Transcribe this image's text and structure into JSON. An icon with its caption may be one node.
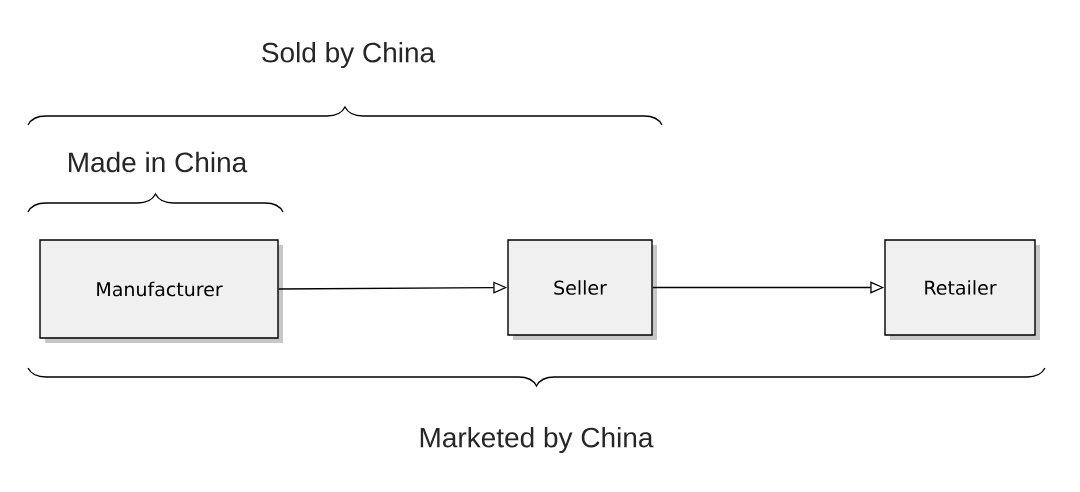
{
  "diagram": {
    "nodes": [
      {
        "text": [
          "Manufacturer"
        ]
      },
      {
        "text": [
          "Seller"
        ]
      },
      {
        "text": [
          "Retailer"
        ]
      }
    ],
    "edges": [
      {
        "from": 0,
        "to": 1,
        "arrow": "to"
      },
      {
        "from": 1,
        "to": 2,
        "arrow": "to"
      }
    ],
    "labels": [
      "Sold by China",
      "Made in China",
      "Marketed by China"
    ]
  }
}
